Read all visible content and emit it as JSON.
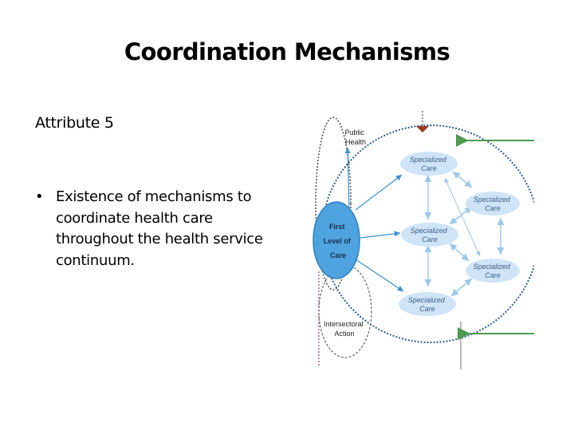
{
  "slide": {
    "title": "Coordination Mechanisms",
    "subtitle": "Attribute 5",
    "bullets": [
      {
        "marker": "•",
        "lines": [
          "Existence of mechanisms to",
          "coordinate health care",
          "throughout the health service",
          "continuum."
        ]
      }
    ]
  },
  "diagram": {
    "public_health": [
      "Public",
      "Health"
    ],
    "first_level": [
      "First",
      "Level of",
      "Care"
    ],
    "intersectoral": [
      "Intersectoral",
      "Action"
    ],
    "specialized": [
      [
        "Specialized",
        "Care"
      ],
      [
        "Specialized",
        "Care"
      ],
      [
        "Specialized",
        "Care"
      ],
      [
        "Specialized",
        "Care"
      ],
      [
        "Specialized",
        "Care"
      ]
    ],
    "colors": {
      "first_level_fill": "#4fa3de",
      "specialized_fill": "#cfe4f7",
      "outer_circle": "#2f5f8f",
      "arrow_blue": "#3d8fcf",
      "arrow_light": "#9cc8ea",
      "arrow_green": "#4f9a52",
      "arrow_brown": "#9a3a22",
      "intersectoral_line": "#b04a4a"
    }
  }
}
